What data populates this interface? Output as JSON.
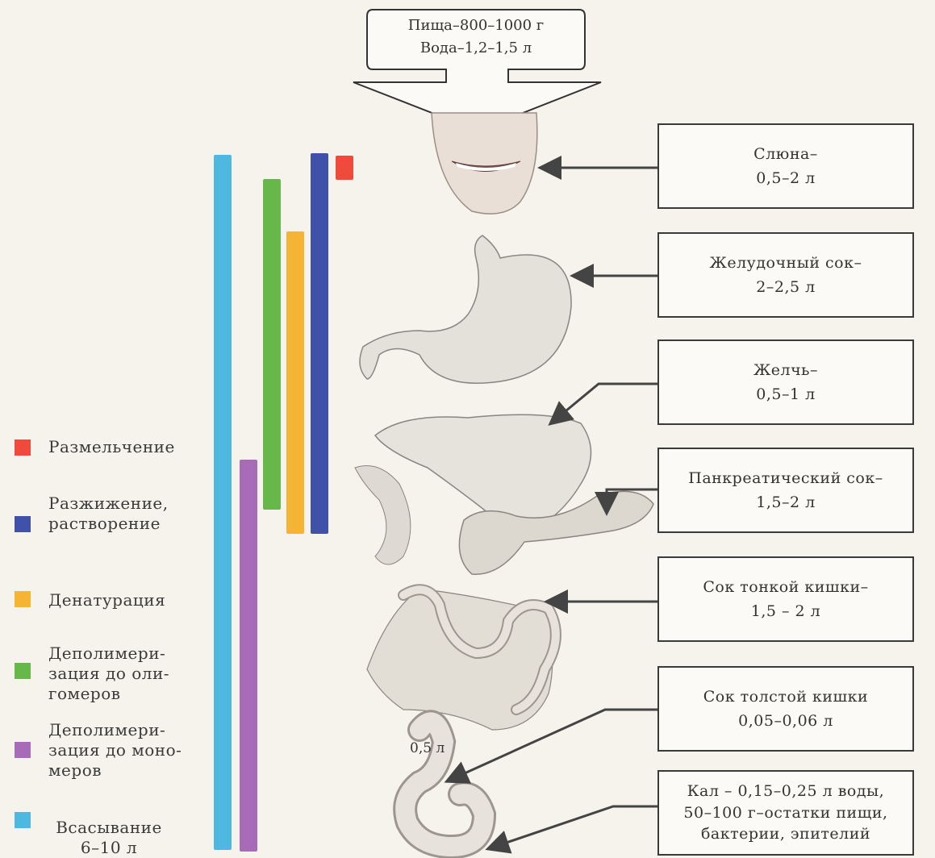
{
  "intake": {
    "line1": "Пища–800–1000 г",
    "line2": "Вода–1,2–1,5 л"
  },
  "secretions": [
    {
      "line1": "Слюна–",
      "line2": "0,5–2 л"
    },
    {
      "line1": "Желудочный сок–",
      "line2": "2–2,5 л"
    },
    {
      "line1": "Желчь–",
      "line2": "0,5–1 л"
    },
    {
      "line1": "Панкреатический сок–",
      "line2": "1,5–2 л"
    },
    {
      "line1": "Сок тонкой кишки–",
      "line2": "1,5 – 2 л"
    },
    {
      "line1": "Сок толстой кишки",
      "line2": "0,05–0,06 л"
    },
    {
      "line1": "Кал – 0,15–0,25 л воды,",
      "line2": "50–100 г–остатки пищи,",
      "line3": "бактерии, эпителий"
    }
  ],
  "colon_volume": "0,5 л",
  "legend": [
    {
      "label": "Размельчение",
      "color": "#ef4a3c"
    },
    {
      "label": "Разжижение, растворение",
      "color": "#3f51a8"
    },
    {
      "label": "Денатурация",
      "color": "#f6b434"
    },
    {
      "label": "Деполимеризация до олигомеров",
      "color": "#67b84a"
    },
    {
      "label": "Деполимеризация до мономеров",
      "color": "#a86bb7"
    },
    {
      "label": "Всасывание 6–10 л",
      "color": "#4fb8e0"
    }
  ],
  "icons": [
    "mouth-icon",
    "stomach-icon",
    "liver-icon",
    "pancreas-icon",
    "small-intestine-icon",
    "large-intestine-icon"
  ]
}
